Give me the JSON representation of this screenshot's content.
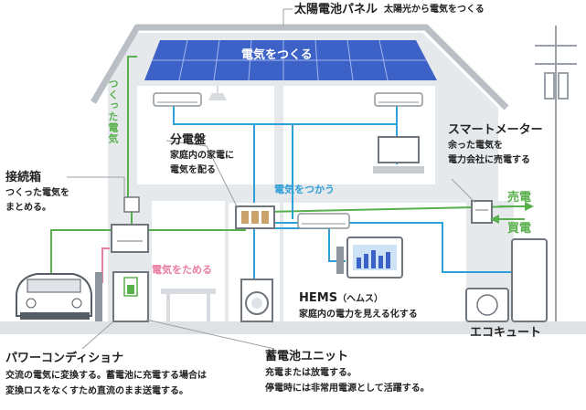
{
  "labels": {
    "solar_panel": {
      "title": "太陽電池パネル",
      "desc": "太陽光から電気をつくる"
    },
    "smart_meter": {
      "title": "スマートメーター",
      "desc": [
        "余った電気を",
        "電力会社に売電する"
      ]
    },
    "junction_box": {
      "title": "接続箱",
      "desc": [
        "つくった電気を",
        "まとめる。"
      ]
    },
    "distribution_board": {
      "title": "分電盤",
      "desc": [
        "家庭内の家電に",
        "電気を配る"
      ]
    },
    "hems": {
      "title": "HEMS",
      "title_suffix": "（ヘムス）",
      "desc": "家庭内の電力を見える化する"
    },
    "eco_cute": {
      "title": "エコキュート"
    },
    "power_conditioner": {
      "title": "パワーコンディショナ",
      "desc": [
        "交流の電気に変換する。蓄電池に充電する場合は",
        "変換ロスをなくすため直流のまま送電する。"
      ]
    },
    "storage_battery": {
      "title": "蓄電池ユニット",
      "desc": [
        "充電または放電する。",
        "停電時には非常用電源として活躍する。"
      ]
    }
  },
  "flows": {
    "generate": "電気をつくる",
    "generated": "つくった電気",
    "use": "電気をつかう",
    "store": "電気をためる",
    "sell": "売電",
    "buy": "買電"
  },
  "colors": {
    "green": "#58b04c",
    "blue": "#2f9fd8",
    "pink": "#e97fa0",
    "house_fill": "#e6e9ec",
    "house_line": "#b9bfc5",
    "panel": "#3d62c7"
  }
}
